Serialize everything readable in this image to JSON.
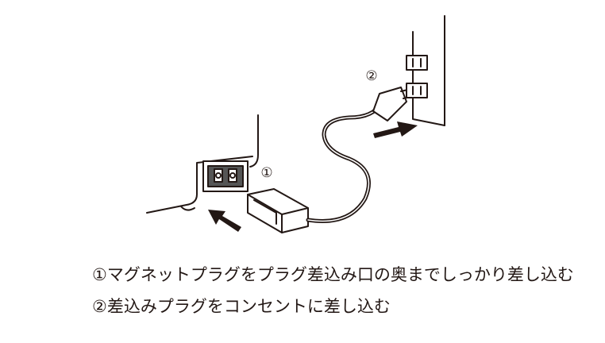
{
  "illustration": {
    "label_1": "①",
    "label_2": "②"
  },
  "steps": [
    "①マグネットプラグをプラグ差込み口の奥までしっかり差し込む",
    "②差込みプラグをコンセントに差し込む"
  ]
}
